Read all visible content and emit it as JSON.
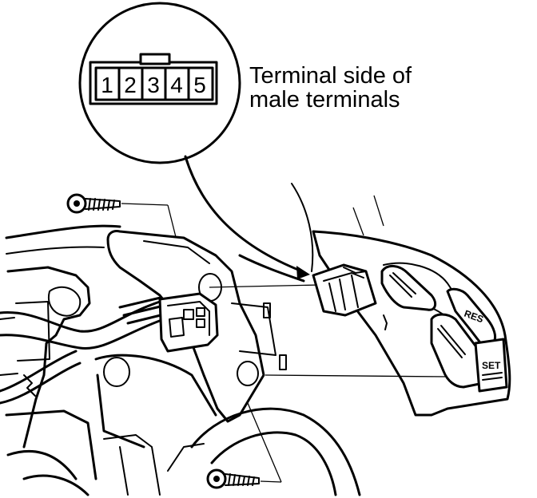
{
  "connector": {
    "terminals": [
      "1",
      "2",
      "3",
      "4",
      "5"
    ]
  },
  "caption": {
    "line1": "Terminal side of",
    "line2": "male terminals"
  },
  "buttons": {
    "res_label": "RES",
    "set_label": "SET"
  }
}
